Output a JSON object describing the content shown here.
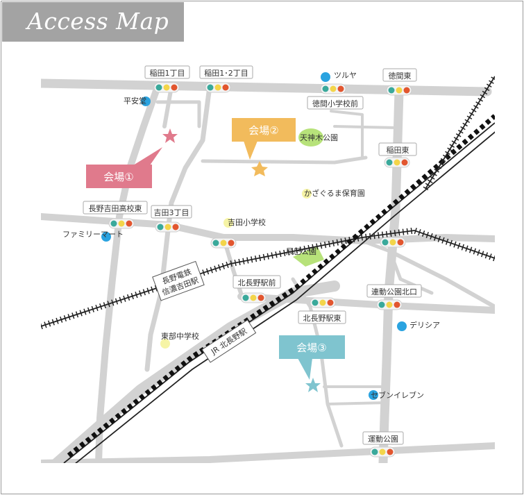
{
  "header": {
    "title": "Access Map"
  },
  "colors": {
    "title_bg": "#a3a3a3",
    "road": "#d2d2d2",
    "venue1": "#e07a8c",
    "venue2": "#f2bb5c",
    "venue3": "#7fc4cf",
    "park": "#b7e27a",
    "school_dot": "#f6f4a6",
    "shop_dot": "#2aa3e0",
    "signal_teal": "#3aa99b",
    "signal_yellow": "#f3d54a",
    "signal_red": "#e2562f"
  },
  "venues": [
    {
      "label": "会場①"
    },
    {
      "label": "会場②"
    },
    {
      "label": "会場③"
    }
  ],
  "signals": [
    {
      "label": "稲田1丁目"
    },
    {
      "label": "稲田1･2丁目"
    },
    {
      "label": "徳間東"
    },
    {
      "label": "徳間小学校前"
    },
    {
      "label": "稲田東"
    },
    {
      "label": "長野吉田高校東"
    },
    {
      "label": "吉田3丁目"
    },
    {
      "label": "北長野駅前"
    },
    {
      "label": "連動公園北口"
    },
    {
      "label": "北長野駅東"
    },
    {
      "label": "運動公園"
    }
  ],
  "stations": [
    {
      "label_line1": "長野電鉄",
      "label_line2": "信濃吉田駅"
    },
    {
      "label_line1": "JR 北長野駅"
    }
  ],
  "places": [
    {
      "label": "平安堂"
    },
    {
      "label": "ツルヤ"
    },
    {
      "label": "ファミリーマート"
    },
    {
      "label": "デリシア"
    },
    {
      "label": "セブンイレブン"
    },
    {
      "label": "天神木公園"
    },
    {
      "label": "辰巳公園"
    },
    {
      "label": "かざぐるま保育園"
    },
    {
      "label": "吉田小学校"
    },
    {
      "label": "東部中学校"
    }
  ]
}
